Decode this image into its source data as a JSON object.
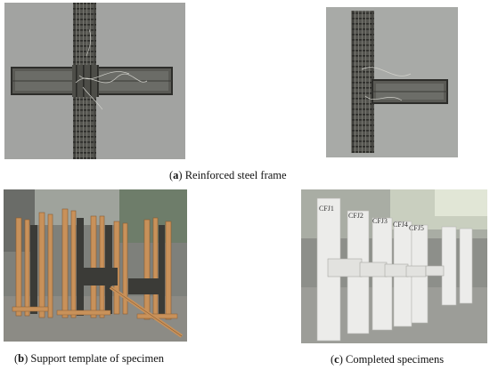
{
  "captions": {
    "a": {
      "letter": "a",
      "text": "Reinforced steel frame"
    },
    "b": {
      "letter": "b",
      "text": "Support template of specimen"
    },
    "c": {
      "letter": "c",
      "text": "Completed specimens"
    }
  },
  "specimen_labels": [
    "CFJ1",
    "CFJ2",
    "CFJ3",
    "CFJ4",
    "CFJ5"
  ],
  "colors": {
    "floor": "#a6a8a6",
    "steel": "#3f3f3c",
    "wood": "#c8915a",
    "concrete": "#ececea",
    "wall": "#8d8f8a"
  }
}
